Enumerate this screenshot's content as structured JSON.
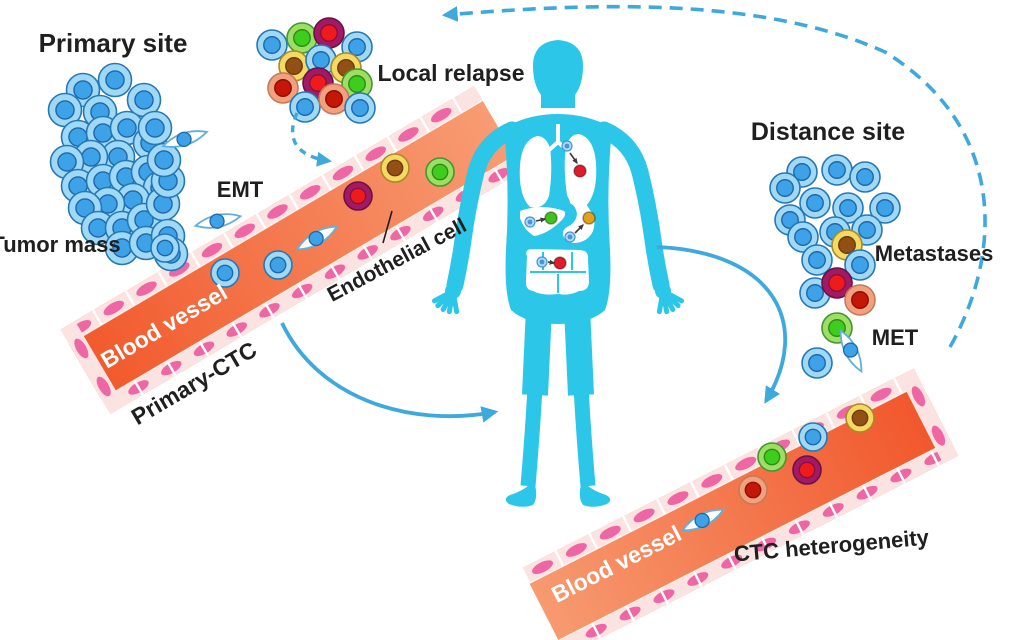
{
  "labels": {
    "primary_site": "Primary site",
    "tumor_mass": "Tumor mass",
    "emt": "EMT",
    "local_relapse": "Local relapse",
    "endothelial_cell": "Endothelial cell",
    "blood_vessel_left": "Blood vessel",
    "primary_ctc": "Primary-CTC",
    "distance_site": "Distance site",
    "metastases": "Metastases",
    "met": "MET",
    "blood_vessel_right": "Blood vessel",
    "ctc_heterogeneity": "CTC heterogeneity"
  },
  "colors": {
    "body_cyan": "#2BC6E8",
    "arrow_blue": "#3EA9DC",
    "text_dark": "#1F1F1F",
    "vessel_dark": "#F1582B",
    "vessel_light": "#F89C73",
    "wall_bg": "#FBE3E1",
    "wall_nucleus": "#EE67A4",
    "wall_divider": "#FFFFFF",
    "lens_stroke": "#63AFD8",
    "seed_arrow": "#3B3B3B"
  },
  "cell_types": {
    "blue": {
      "outer": "#9FD9F6",
      "stroke": "#2678B5",
      "nucleus": "#3DA2E8",
      "nstroke": "#2167A8"
    },
    "green": {
      "outer": "#9CDF64",
      "stroke": "#43972F",
      "nucleus": "#3ECC1F",
      "nstroke": "#2F8C17"
    },
    "yellow": {
      "outer": "#F4D963",
      "stroke": "#A98A25",
      "nucleus": "#935014",
      "nstroke": "#6E3B0D"
    },
    "crimson": {
      "outer": "#A21A64",
      "stroke": "#6D1045",
      "nucleus": "#EF1B1B",
      "nstroke": "#8E0F3C"
    },
    "salmon": {
      "outer": "#F2A17F",
      "stroke": "#C57A58",
      "nucleus": "#C41708",
      "nstroke": "#8E1004"
    }
  },
  "seed_colors": {
    "red": "#E11B2B",
    "green": "#3FC31B",
    "yellow": "#E3A11C",
    "blue_outer": "#AFD8F2",
    "blue_inner": "#4596D8",
    "ring": "#00000040"
  },
  "figure": {
    "tumor_mass_cells": [
      [
        83,
        90
      ],
      [
        115,
        80
      ],
      [
        144,
        100
      ],
      [
        100,
        112
      ],
      [
        65,
        110
      ],
      [
        78,
        137
      ],
      [
        103,
        133
      ],
      [
        127,
        128
      ],
      [
        150,
        143
      ],
      [
        118,
        157
      ],
      [
        91,
        157
      ],
      [
        67,
        162
      ],
      [
        78,
        186
      ],
      [
        103,
        181
      ],
      [
        126,
        177
      ],
      [
        148,
        172
      ],
      [
        160,
        188
      ],
      [
        133,
        200
      ],
      [
        108,
        204
      ],
      [
        85,
        208
      ],
      [
        98,
        228
      ],
      [
        122,
        228
      ],
      [
        144,
        220
      ],
      [
        163,
        204
      ],
      [
        168,
        181
      ],
      [
        164,
        160
      ],
      [
        155,
        128
      ],
      [
        122,
        248
      ],
      [
        146,
        243
      ],
      [
        168,
        236
      ],
      [
        171,
        254
      ]
    ],
    "local_relapse_cells": [
      [
        272,
        45,
        "blue"
      ],
      [
        302,
        38,
        "green"
      ],
      [
        329,
        33,
        "crimson"
      ],
      [
        357,
        47,
        "blue"
      ],
      [
        294,
        66,
        "yellow"
      ],
      [
        321,
        60,
        "blue"
      ],
      [
        346,
        68,
        "yellow"
      ],
      [
        318,
        83,
        "crimson"
      ],
      [
        283,
        88,
        "salmon"
      ],
      [
        357,
        84,
        "green"
      ],
      [
        305,
        107,
        "blue"
      ],
      [
        334,
        99,
        "salmon"
      ],
      [
        360,
        108,
        "blue"
      ]
    ],
    "distance_site_cells": [
      [
        802,
        172,
        "blue"
      ],
      [
        837,
        170,
        "blue"
      ],
      [
        865,
        177,
        "blue"
      ],
      [
        785,
        188,
        "blue"
      ],
      [
        815,
        203,
        "blue"
      ],
      [
        848,
        208,
        "blue"
      ],
      [
        885,
        208,
        "blue"
      ],
      [
        790,
        220,
        "blue"
      ],
      [
        803,
        237,
        "blue"
      ],
      [
        835,
        232,
        "blue"
      ],
      [
        867,
        230,
        "blue"
      ],
      [
        847,
        245,
        "yellow"
      ],
      [
        817,
        260,
        "blue"
      ],
      [
        860,
        265,
        "blue"
      ],
      [
        815,
        293,
        "blue"
      ],
      [
        837,
        283,
        "crimson"
      ],
      [
        860,
        300,
        "salmon"
      ],
      [
        837,
        328,
        "green"
      ],
      [
        817,
        363,
        "blue"
      ]
    ],
    "vessel_left_cells": [
      [
        395,
        168,
        "yellow"
      ],
      [
        440,
        172,
        "green"
      ],
      [
        358,
        196,
        "crimson"
      ],
      [
        165,
        248,
        "blue"
      ],
      [
        225,
        273,
        "blue"
      ],
      [
        278,
        265,
        "blue"
      ]
    ],
    "vessel_right_cells": [
      [
        860,
        418,
        "yellow"
      ],
      [
        813,
        437,
        "blue"
      ],
      [
        772,
        457,
        "green"
      ],
      [
        807,
        470,
        "crimson"
      ],
      [
        753,
        490,
        "salmon"
      ]
    ],
    "emt_cells": [
      [
        185,
        139,
        -18
      ],
      [
        218,
        221,
        -12
      ]
    ],
    "met_cells": [
      [
        851,
        351,
        63
      ]
    ],
    "vessel_left_lens": [
      [
        317,
        238,
        -30
      ]
    ],
    "vessel_right_lens": [
      [
        703,
        520,
        -27
      ]
    ],
    "body_seeds": [
      {
        "organ": "lung",
        "from": [
          567,
          146,
          "blue"
        ],
        "to": [
          580,
          171,
          "red"
        ],
        "arrow": [
          570,
          153,
          577,
          163
        ]
      },
      {
        "organ": "liver",
        "from": [
          530,
          222,
          "blue"
        ],
        "to": [
          551,
          218,
          "green"
        ],
        "arrow": [
          536,
          221,
          545,
          219
        ]
      },
      {
        "organ": "stomach",
        "from": [
          570,
          237,
          "blue"
        ],
        "to": [
          589,
          218,
          "yellow"
        ],
        "arrow": [
          575,
          233,
          583,
          225
        ]
      },
      {
        "organ": "intestine",
        "from": [
          542,
          262,
          "blue"
        ],
        "to": [
          560,
          263,
          "red"
        ],
        "arrow": [
          548,
          262,
          554,
          263
        ]
      }
    ]
  }
}
